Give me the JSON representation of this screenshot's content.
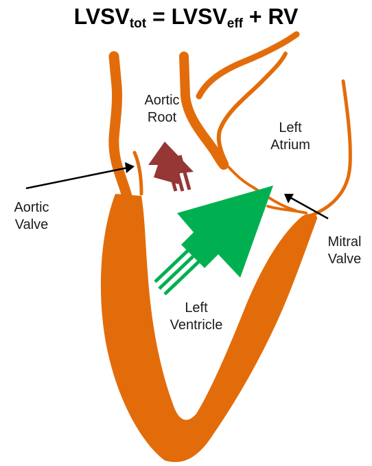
{
  "title": {
    "lhs_main": "LVSV",
    "lhs_sub": "tot",
    "equals": "=",
    "rhs_main": "LVSV",
    "rhs_sub": "eff",
    "plus": "+ RV"
  },
  "labels": {
    "aortic_root": [
      "Aortic",
      "Root"
    ],
    "left_atrium": [
      "Left",
      "Atrium"
    ],
    "aortic_valve": [
      "Aortic",
      "Valve"
    ],
    "mitral_valve": [
      "Mitral",
      "Valve"
    ],
    "left_ventricle": [
      "Left",
      "Ventricle"
    ]
  },
  "colors": {
    "heart_wall": "#E36C0A",
    "forward_flow_arrow": "#953735",
    "regurgitant_arrow": "#00B050",
    "pointer_arrow": "#000000"
  }
}
